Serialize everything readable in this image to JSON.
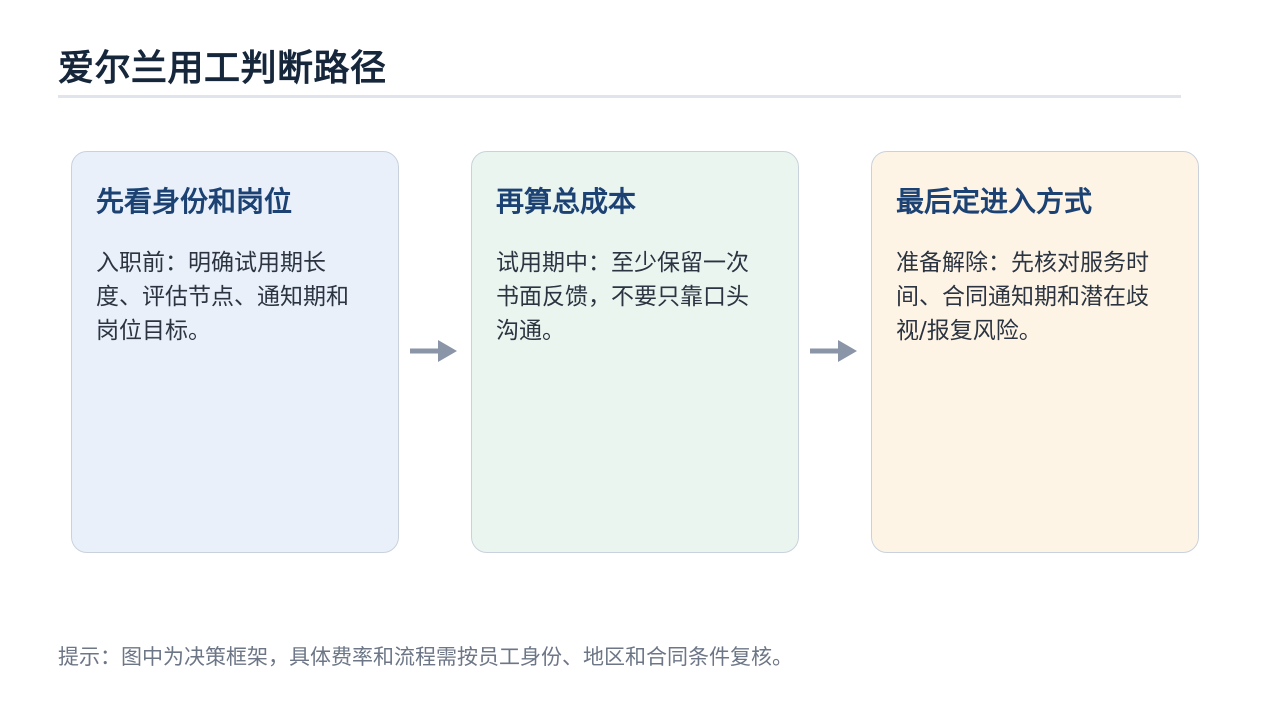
{
  "page": {
    "title": "爱尔兰用工判断路径",
    "note": "提示：图中为决策框架，具体费率和流程需按员工身份、地区和合同条件复核。"
  },
  "steps": [
    {
      "title": "先看身份和岗位",
      "body": "入职前：明确试用期长度、评估节点、通知期和岗位目标。"
    },
    {
      "title": "再算总成本",
      "body": "试用期中：至少保留一次书面反馈，不要只靠口头沟通。"
    },
    {
      "title": "最后定进入方式",
      "body": "准备解除：先核对服务时间、合同通知期和潜在歧视/报复风险。"
    }
  ],
  "colors": {
    "card_1_fill": "#e9f0fa",
    "card_2_fill": "#eaf5f0",
    "card_3_fill": "#fef4e6",
    "title_text": "#16263b",
    "card_title_text": "#1c4273",
    "arrow": "#8a96a8"
  },
  "icons": {
    "connector": "arrow-right-icon"
  }
}
